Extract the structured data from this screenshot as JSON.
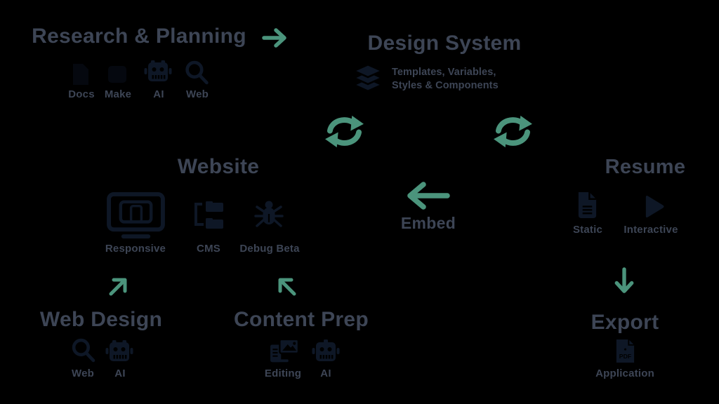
{
  "palette": {
    "background": "#000000",
    "text": "#3d4555",
    "icon": "#0e1726",
    "accent_green": "#4b947c"
  },
  "nodes": {
    "research": {
      "title": "Research & Planning",
      "items": [
        {
          "label": "Docs",
          "icon": "docs-icon"
        },
        {
          "label": "Make",
          "icon": "make-icon"
        },
        {
          "label": "AI",
          "icon": "robot-icon"
        },
        {
          "label": "Web",
          "icon": "search-icon"
        }
      ]
    },
    "design_system": {
      "title": "Design System",
      "icon": "layers-icon",
      "subtitle_line1": "Templates, Variables,",
      "subtitle_line2": "Styles & Components"
    },
    "website": {
      "title": "Website",
      "items": [
        {
          "label": "Responsive",
          "icon": "responsive-monitor-icon"
        },
        {
          "label": "CMS",
          "icon": "folder-tree-icon"
        },
        {
          "label": "Debug Beta",
          "icon": "bug-icon"
        }
      ]
    },
    "embed": {
      "title": "Embed",
      "icon": "arrow-left-icon"
    },
    "resume": {
      "title": "Resume",
      "items": [
        {
          "label": "Static",
          "icon": "document-icon"
        },
        {
          "label": "Interactive",
          "icon": "play-icon"
        }
      ]
    },
    "web_design": {
      "title": "Web Design",
      "items": [
        {
          "label": "Web",
          "icon": "search-icon"
        },
        {
          "label": "AI",
          "icon": "robot-icon"
        }
      ]
    },
    "content_prep": {
      "title": "Content Prep",
      "items": [
        {
          "label": "Editing",
          "icon": "photo-editing-icon"
        },
        {
          "label": "AI",
          "icon": "robot-icon"
        }
      ]
    },
    "export": {
      "title": "Export",
      "items": [
        {
          "label": "Application",
          "icon": "pdf-file-icon"
        }
      ]
    }
  },
  "connectors": [
    "arrow-right-icon",
    "sync-icon-left",
    "sync-icon-right",
    "arrow-left-icon",
    "arrow-up-right-icon",
    "arrow-up-left-icon",
    "arrow-down-icon"
  ]
}
